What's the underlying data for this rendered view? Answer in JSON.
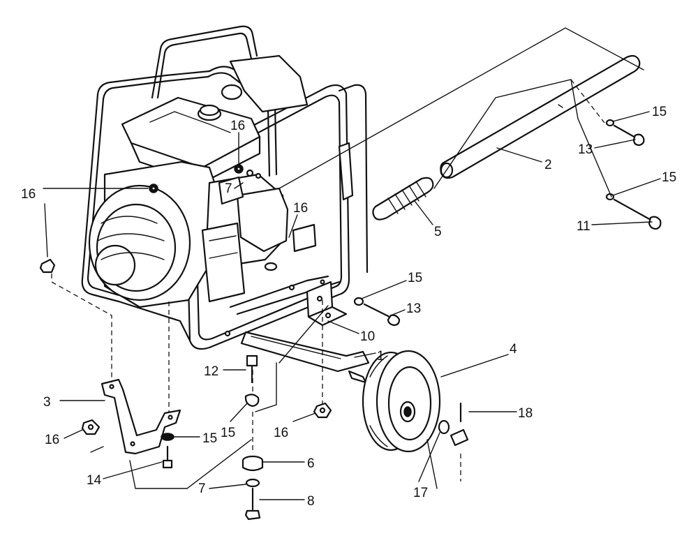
{
  "callouts": [
    {
      "id": "c1",
      "text": "1"
    },
    {
      "id": "c2",
      "text": "2"
    },
    {
      "id": "c3",
      "text": "3"
    },
    {
      "id": "c4",
      "text": "4"
    },
    {
      "id": "c5",
      "text": "5"
    },
    {
      "id": "c6",
      "text": "6"
    },
    {
      "id": "c7a",
      "text": "7"
    },
    {
      "id": "c7b",
      "text": "7"
    },
    {
      "id": "c8",
      "text": "8"
    },
    {
      "id": "c10",
      "text": "10"
    },
    {
      "id": "c11",
      "text": "11"
    },
    {
      "id": "c12",
      "text": "12"
    },
    {
      "id": "c13a",
      "text": "13"
    },
    {
      "id": "c13b",
      "text": "13"
    },
    {
      "id": "c14",
      "text": "14"
    },
    {
      "id": "c15a",
      "text": "15"
    },
    {
      "id": "c15b",
      "text": "15"
    },
    {
      "id": "c15c",
      "text": "15"
    },
    {
      "id": "c15d",
      "text": "15"
    },
    {
      "id": "c15e",
      "text": "15"
    },
    {
      "id": "c16a",
      "text": "16"
    },
    {
      "id": "c16b",
      "text": "16"
    },
    {
      "id": "c16c",
      "text": "16"
    },
    {
      "id": "c16d",
      "text": "16"
    },
    {
      "id": "c16e",
      "text": "16"
    },
    {
      "id": "c17",
      "text": "17"
    },
    {
      "id": "c18",
      "text": "18"
    }
  ]
}
